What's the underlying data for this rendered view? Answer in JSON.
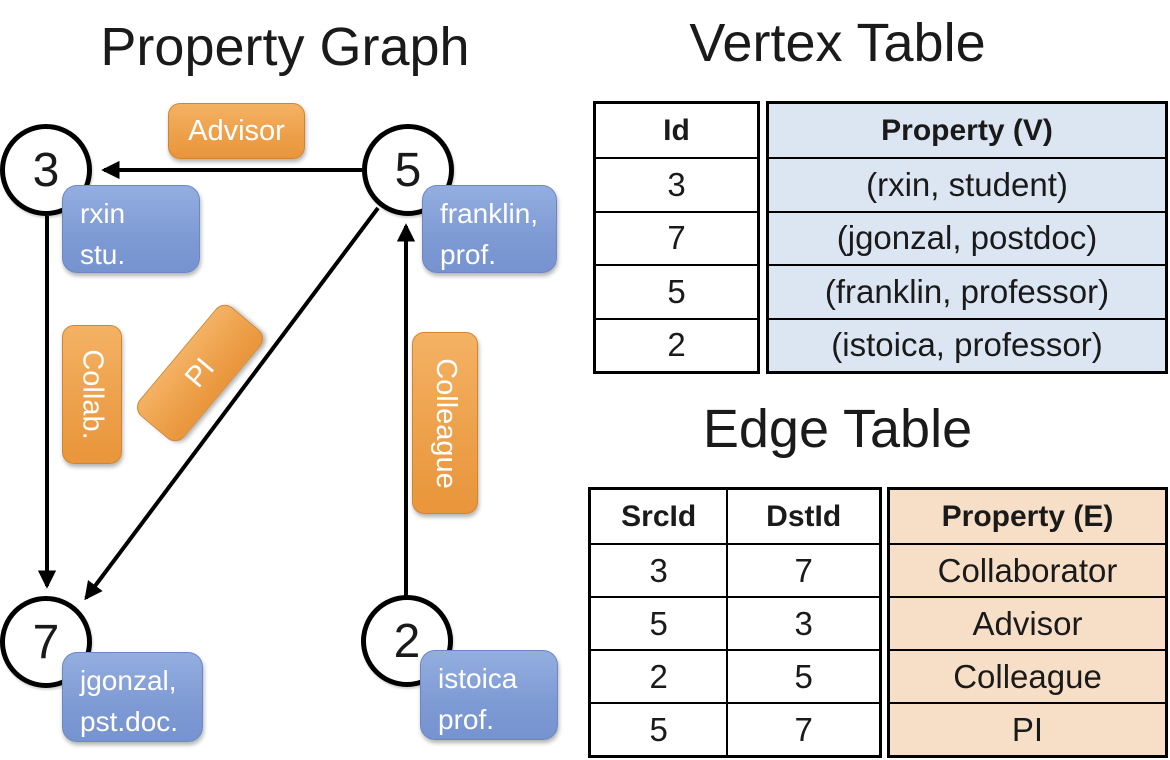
{
  "graph": {
    "title": "Property Graph",
    "nodes": [
      {
        "id": "3"
      },
      {
        "id": "5"
      },
      {
        "id": "7"
      },
      {
        "id": "2"
      }
    ],
    "properties": [
      {
        "node": "3",
        "line1": "rxin",
        "line2": "stu."
      },
      {
        "node": "5",
        "line1": "franklin,",
        "line2": "prof."
      },
      {
        "node": "7",
        "line1": "jgonzal,",
        "line2": "pst.doc."
      },
      {
        "node": "2",
        "line1": "istoica",
        "line2": "prof."
      }
    ],
    "edge_labels": {
      "advisor": "Advisor",
      "collab": "Collab.",
      "pi": "PI",
      "colleague": "Colleague"
    }
  },
  "vertex_table": {
    "title": "Vertex Table",
    "columns": {
      "id": "Id",
      "property": "Property (V)"
    },
    "rows": [
      {
        "id": "3",
        "property": "(rxin, student)"
      },
      {
        "id": "7",
        "property": "(jgonzal, postdoc)"
      },
      {
        "id": "5",
        "property": "(franklin, professor)"
      },
      {
        "id": "2",
        "property": "(istoica, professor)"
      }
    ]
  },
  "edge_table": {
    "title": "Edge Table",
    "columns": {
      "src": "SrcId",
      "dst": "DstId",
      "property": "Property (E)"
    },
    "rows": [
      {
        "src": "3",
        "dst": "7",
        "property": "Collaborator"
      },
      {
        "src": "5",
        "dst": "3",
        "property": "Advisor"
      },
      {
        "src": "2",
        "dst": "5",
        "property": "Colleague"
      },
      {
        "src": "5",
        "dst": "7",
        "property": "PI"
      }
    ]
  },
  "colors": {
    "edge_label_fill": "#EDA14B",
    "vertex_property_fill": "#7E9AD4",
    "vertex_table_column_fill": "#DCE6F3",
    "edge_table_column_fill": "#F6DFC6",
    "line": "#000000"
  }
}
